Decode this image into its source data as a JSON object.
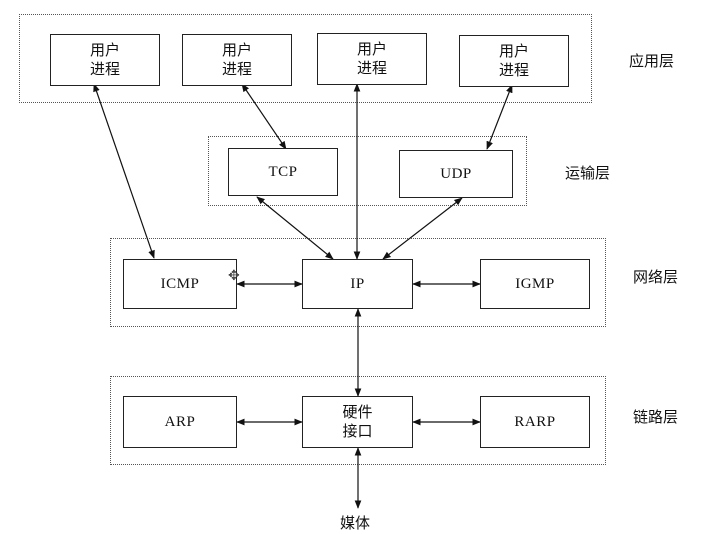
{
  "layers": {
    "application": "应用层",
    "transport": "运输层",
    "network": "网络层",
    "link": "链路层"
  },
  "nodes": {
    "user_process_1": "用户\n进程",
    "user_process_2": "用户\n进程",
    "user_process_3": "用户\n进程",
    "user_process_4": "用户\n进程",
    "tcp": "TCP",
    "udp": "UDP",
    "icmp": "ICMP",
    "ip": "IP",
    "igmp": "IGMP",
    "arp": "ARP",
    "hw_interface": "硬件\n接口",
    "rarp": "RARP"
  },
  "media_label": "媒体"
}
